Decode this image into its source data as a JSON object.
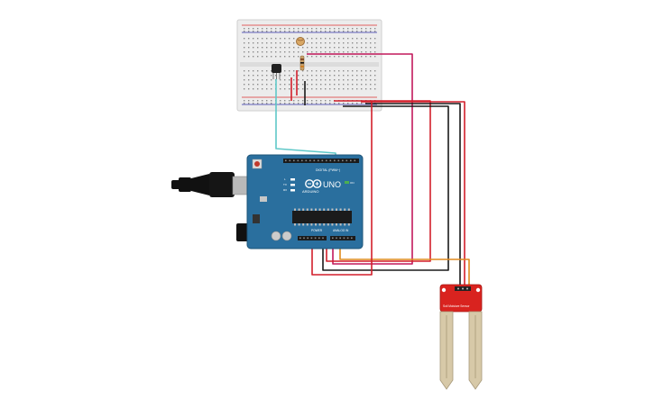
{
  "arduino": {
    "uno_label": "UNO",
    "brand_label": "ARDUINO",
    "digital_label": "DIGITAL (PWM~)",
    "power_label": "POWER",
    "analog_label": "ANALOG IN",
    "on_label": "ON",
    "l_label": "L",
    "tx_label": "TX",
    "rx_label": "RX"
  },
  "sensor": {
    "label": "Soil Moisture Sensor"
  },
  "colors": {
    "board": "#2a6f9e",
    "breadboard": "#ececec",
    "sensor": "#d9231f",
    "wire_red": "#d21f2b",
    "wire_black": "#1a1a1a",
    "wire_magenta": "#c2185b",
    "wire_orange": "#e08a1e",
    "wire_cyan": "#5fc8c8"
  }
}
